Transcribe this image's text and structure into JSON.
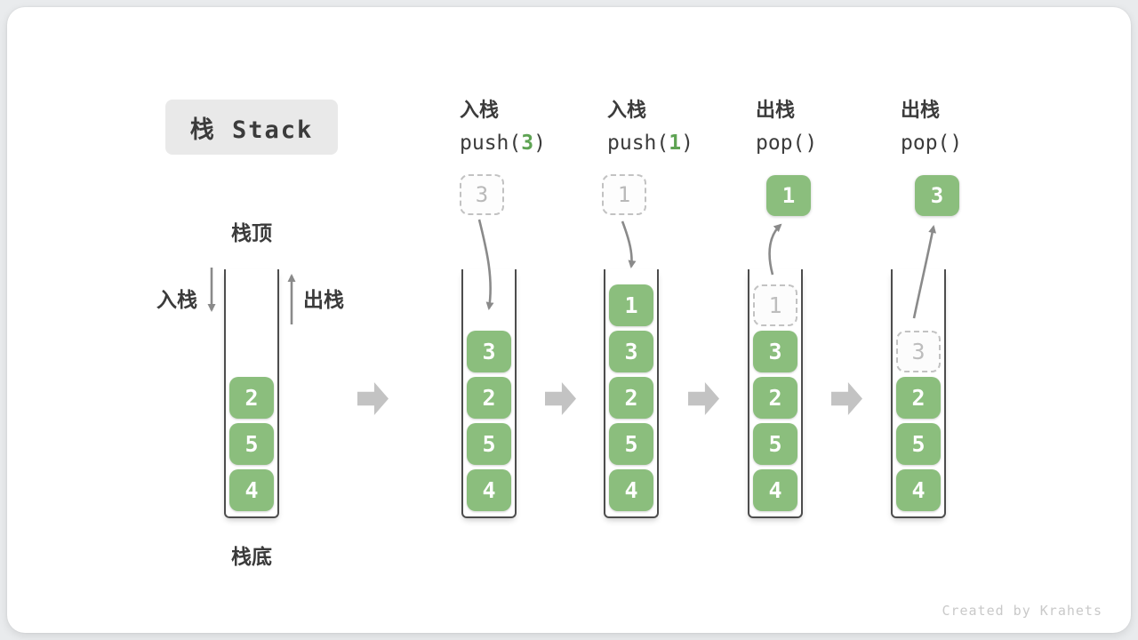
{
  "title": "栈 Stack",
  "watermark": "Created by Krahets",
  "annotations": {
    "stack_top": "栈顶",
    "stack_bottom": "栈底",
    "push_label": "入栈",
    "pop_label": "出栈"
  },
  "operations": [
    {
      "label": "入栈",
      "pre": "push(",
      "arg": "3",
      "post": ")"
    },
    {
      "label": "入栈",
      "pre": "push(",
      "arg": "1",
      "post": ")"
    },
    {
      "label": "出栈",
      "pre": "pop(",
      "arg": "",
      "post": ")"
    },
    {
      "label": "出栈",
      "pre": "pop(",
      "arg": "",
      "post": ")"
    }
  ],
  "stacks": [
    {
      "items": [
        {
          "v": "2"
        },
        {
          "v": "5"
        },
        {
          "v": "4"
        }
      ]
    },
    {
      "floating": {
        "value": "3",
        "style": "dashed-outline"
      },
      "items": [
        {
          "v": "3"
        },
        {
          "v": "2"
        },
        {
          "v": "5"
        },
        {
          "v": "4"
        }
      ]
    },
    {
      "floating": {
        "value": "1",
        "style": "dashed-outline"
      },
      "items": [
        {
          "v": "1"
        },
        {
          "v": "3"
        },
        {
          "v": "2"
        },
        {
          "v": "5"
        },
        {
          "v": "4"
        }
      ]
    },
    {
      "floating": {
        "value": "1",
        "style": "solid-green"
      },
      "items": [
        {
          "v": "1",
          "ghost": true
        },
        {
          "v": "3"
        },
        {
          "v": "2"
        },
        {
          "v": "5"
        },
        {
          "v": "4"
        }
      ]
    },
    {
      "floating": {
        "value": "3",
        "style": "solid-green"
      },
      "items": [
        {
          "v": "3",
          "ghost": true
        },
        {
          "v": "2"
        },
        {
          "v": "5"
        },
        {
          "v": "4"
        }
      ]
    }
  ],
  "colors": {
    "item_green": "#8bbe7d",
    "code_arg_green": "#5ea353",
    "curved_arrow_gray": "#8a8a8a",
    "step_arrow_gray": "#c3c3c3",
    "ghost_gray": "#bdbdbd",
    "title_bg": "#e9e9e9",
    "text_dark": "#3b3b3b",
    "watermark_gray": "#c9c9c9"
  }
}
